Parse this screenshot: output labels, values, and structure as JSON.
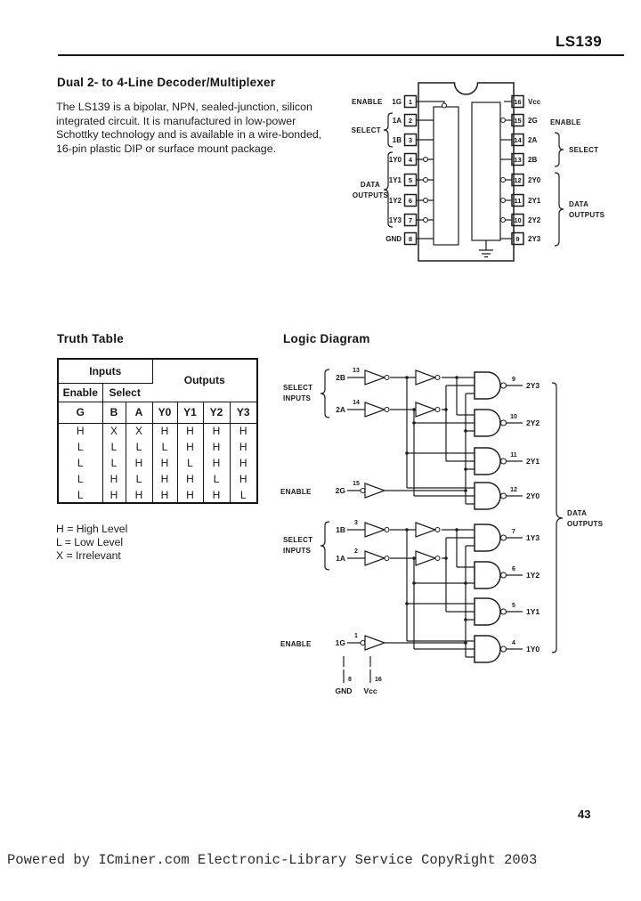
{
  "page": {
    "part_number": "LS139",
    "page_number": "43",
    "footer": "Powered by ICminer.com Electronic-Library Service CopyRight 2003"
  },
  "intro": {
    "title": "Dual 2- to 4-Line Decoder/Multiplexer",
    "body": "The LS139 is a bipolar, NPN, sealed-junction, silicon integrated circuit. It is manufactured in low-power Schottky technology and is available in a wire-bonded, 16-pin plastic DIP or surface mount package."
  },
  "pin_diagram": {
    "labels": {
      "enable": "ENABLE",
      "select": "SELECT",
      "data": "DATA",
      "outputs": "OUTPUTS"
    },
    "left_pins": [
      {
        "num": "1",
        "name": "1G"
      },
      {
        "num": "2",
        "name": "1A"
      },
      {
        "num": "3",
        "name": "1B"
      },
      {
        "num": "4",
        "name": "1Y0"
      },
      {
        "num": "5",
        "name": "1Y1"
      },
      {
        "num": "6",
        "name": "1Y2"
      },
      {
        "num": "7",
        "name": "1Y3"
      },
      {
        "num": "8",
        "name": "GND"
      }
    ],
    "right_pins": [
      {
        "num": "16",
        "name": "Vcc"
      },
      {
        "num": "15",
        "name": "2G"
      },
      {
        "num": "14",
        "name": "2A"
      },
      {
        "num": "13",
        "name": "2B"
      },
      {
        "num": "12",
        "name": "2Y0"
      },
      {
        "num": "11",
        "name": "2Y1"
      },
      {
        "num": "10",
        "name": "2Y2"
      },
      {
        "num": "9",
        "name": "2Y3"
      }
    ]
  },
  "truth_table": {
    "heading": "Truth Table",
    "group_headers": {
      "inputs": "Inputs",
      "outputs": "Outputs",
      "enable": "Enable",
      "select": "Select"
    },
    "columns": [
      "G",
      "B",
      "A",
      "Y0",
      "Y1",
      "Y2",
      "Y3"
    ],
    "rows": [
      [
        "H",
        "X",
        "X",
        "H",
        "H",
        "H",
        "H"
      ],
      [
        "L",
        "L",
        "L",
        "L",
        "H",
        "H",
        "H"
      ],
      [
        "L",
        "L",
        "H",
        "H",
        "L",
        "H",
        "H"
      ],
      [
        "L",
        "H",
        "L",
        "H",
        "H",
        "L",
        "H"
      ],
      [
        "L",
        "H",
        "H",
        "H",
        "H",
        "H",
        "L"
      ]
    ],
    "legend": [
      "H = High Level",
      "L = Low Level",
      "X = Irrelevant"
    ]
  },
  "logic_diagram": {
    "heading": "Logic Diagram",
    "labels": {
      "select": "SELECT",
      "inputs": "INPUTS",
      "enable": "ENABLE",
      "data": "DATA",
      "outputs": "OUTPUTS"
    },
    "decoder2": {
      "inputs": [
        {
          "name": "2B",
          "pin": "13"
        },
        {
          "name": "2A",
          "pin": "14"
        }
      ],
      "enable": {
        "name": "2G",
        "pin": "15"
      },
      "outputs": [
        {
          "name": "2Y3",
          "pin": "9"
        },
        {
          "name": "2Y2",
          "pin": "10"
        },
        {
          "name": "2Y1",
          "pin": "11"
        },
        {
          "name": "2Y0",
          "pin": "12"
        }
      ]
    },
    "decoder1": {
      "inputs": [
        {
          "name": "1B",
          "pin": "3"
        },
        {
          "name": "1A",
          "pin": "2"
        }
      ],
      "enable": {
        "name": "1G",
        "pin": "1"
      },
      "outputs": [
        {
          "name": "1Y3",
          "pin": "7"
        },
        {
          "name": "1Y2",
          "pin": "6"
        },
        {
          "name": "1Y1",
          "pin": "5"
        },
        {
          "name": "1Y0",
          "pin": "4"
        }
      ]
    },
    "power": {
      "gnd": {
        "name": "GND",
        "pin": "8"
      },
      "vcc": {
        "name": "Vcc",
        "pin": "16"
      }
    }
  }
}
